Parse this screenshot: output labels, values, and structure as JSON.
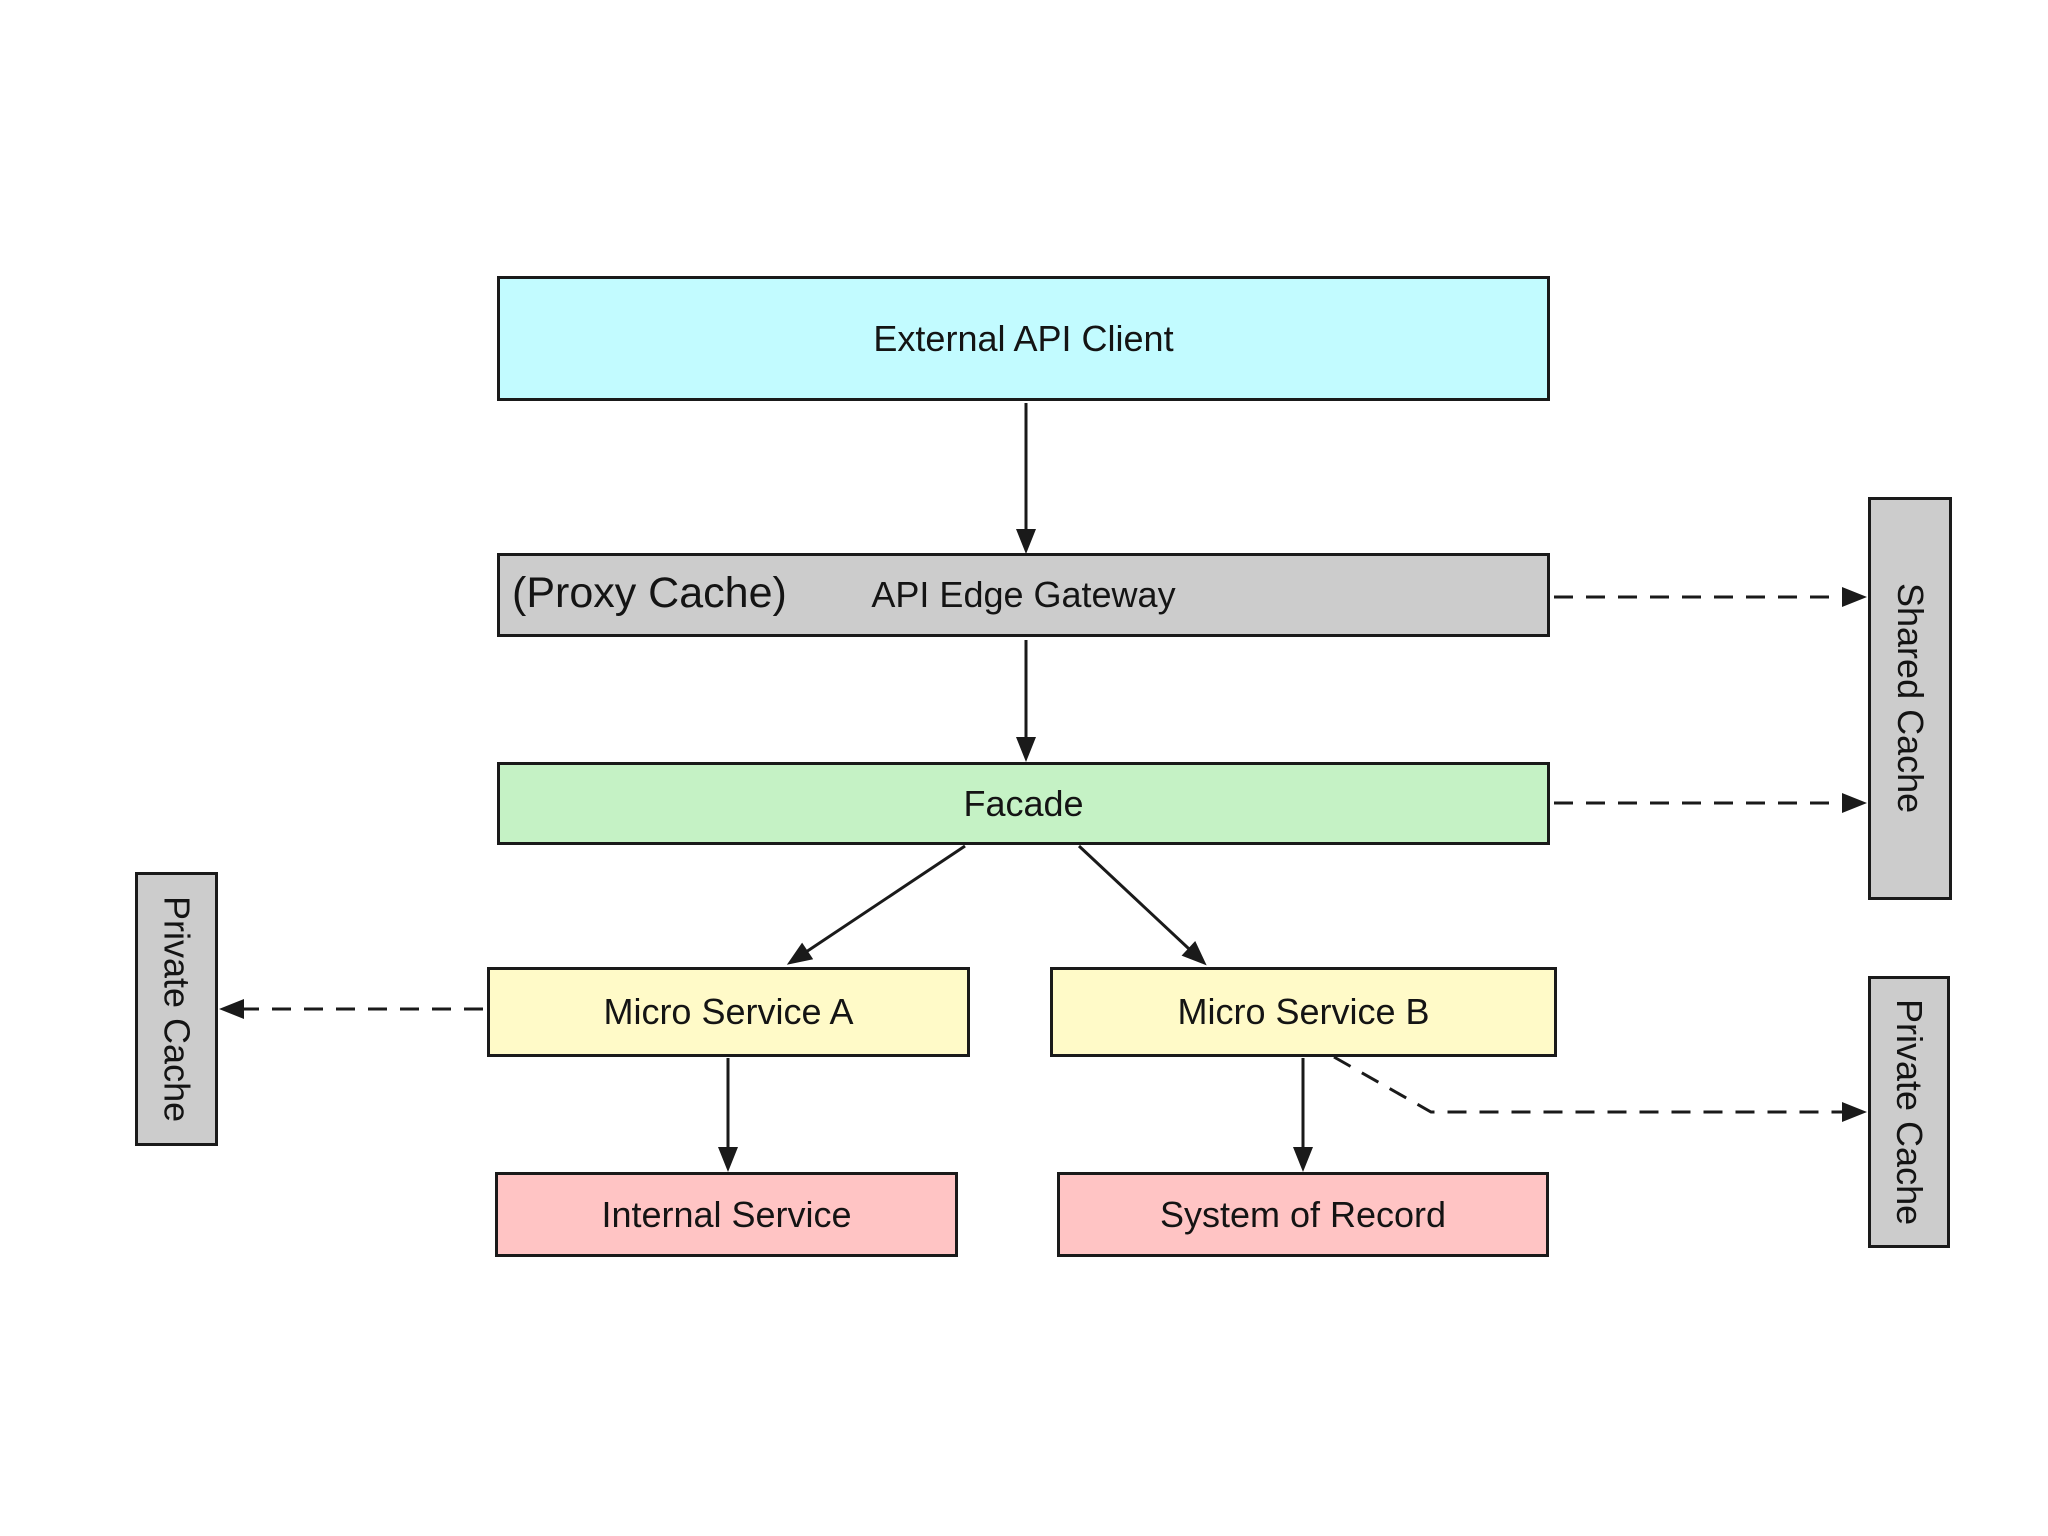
{
  "canvas": {
    "background": "#ffffff",
    "line_color": "#1a1a1a",
    "text_color": "#141414"
  },
  "diagram": {
    "nodes": {
      "external_api_client": {
        "label": "External API Client",
        "fill": "#c2fbff"
      },
      "api_edge_gateway": {
        "label": "API Edge Gateway",
        "annotation": "(Proxy Cache)",
        "fill": "#cccccc"
      },
      "facade": {
        "label": "Facade",
        "fill": "#c5f2c5"
      },
      "micro_service_a": {
        "label": "Micro Service A",
        "fill": "#fffac8"
      },
      "micro_service_b": {
        "label": "Micro Service B",
        "fill": "#fffac8"
      },
      "internal_service": {
        "label": "Internal Service",
        "fill": "#ffc4c4"
      },
      "system_of_record": {
        "label": "System of Record",
        "fill": "#ffc4c4"
      },
      "shared_cache": {
        "label": "Shared Cache",
        "fill": "#cccccc"
      },
      "private_cache_left": {
        "label": "Private Cache",
        "fill": "#cccccc"
      },
      "private_cache_right": {
        "label": "Private Cache",
        "fill": "#cccccc"
      }
    },
    "edges": [
      {
        "from": "external_api_client",
        "to": "api_edge_gateway",
        "style": "solid-arrow"
      },
      {
        "from": "api_edge_gateway",
        "to": "facade",
        "style": "solid-arrow"
      },
      {
        "from": "facade",
        "to": "micro_service_a",
        "style": "solid-arrow"
      },
      {
        "from": "facade",
        "to": "micro_service_b",
        "style": "solid-arrow"
      },
      {
        "from": "micro_service_a",
        "to": "internal_service",
        "style": "solid-arrow"
      },
      {
        "from": "micro_service_b",
        "to": "system_of_record",
        "style": "solid-arrow"
      },
      {
        "from": "api_edge_gateway",
        "to": "shared_cache",
        "style": "dashed-arrow"
      },
      {
        "from": "facade",
        "to": "shared_cache",
        "style": "dashed-arrow"
      },
      {
        "from": "micro_service_a",
        "to": "private_cache_left",
        "style": "dashed-arrow"
      },
      {
        "from": "micro_service_b",
        "to": "private_cache_right",
        "style": "dashed-arrow"
      }
    ]
  }
}
